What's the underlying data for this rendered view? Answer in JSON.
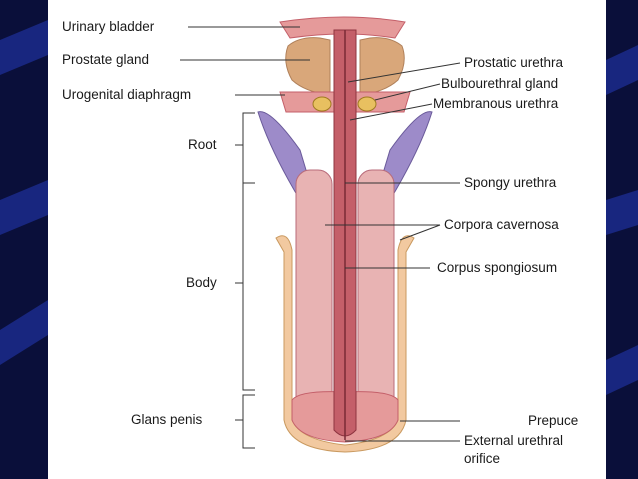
{
  "labels": {
    "urinary_bladder": "Urinary bladder",
    "prostate_gland": "Prostate gland",
    "urogenital_diaphragm": "Urogenital diaphragm",
    "root": "Root",
    "body": "Body",
    "glans_penis": "Glans penis",
    "prostatic_urethra": "Prostatic urethra",
    "bulbourethral_gland": "Bulbourethral gland",
    "membranous_urethra": "Membranous urethra",
    "spongy_urethra": "Spongy urethra",
    "corpora_cavernosa": "Corpora cavernosa",
    "corpus_spongiosum": "Corpus spongiosum",
    "prepuce": "Prepuce",
    "external_urethral_orifice_1": "External urethral",
    "external_urethral_orifice_2": "orifice"
  },
  "colors": {
    "background": "#0a0f3a",
    "stripe": "#1b2a8c",
    "panel": "#ffffff",
    "prostate": "#d9a77a",
    "tissue": "#e59a9a",
    "tissue_dark": "#c45f69",
    "spongiosum": "#e8b3b3",
    "cavernosa_purple": "#9d8bc9",
    "skin": "#f2c9a0",
    "leader": "#333333"
  }
}
